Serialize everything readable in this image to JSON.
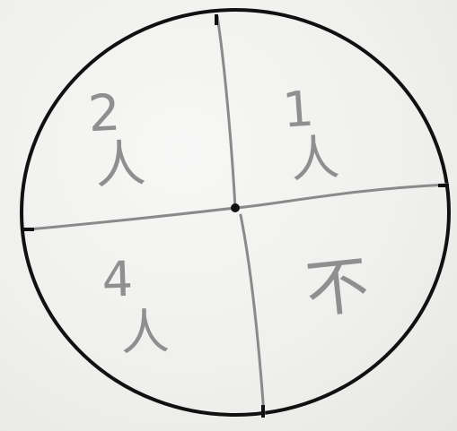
{
  "diagram": {
    "regions": [
      {
        "label": "1人"
      },
      {
        "label": "2人"
      },
      {
        "label": "4人"
      },
      {
        "label": "不"
      }
    ]
  }
}
